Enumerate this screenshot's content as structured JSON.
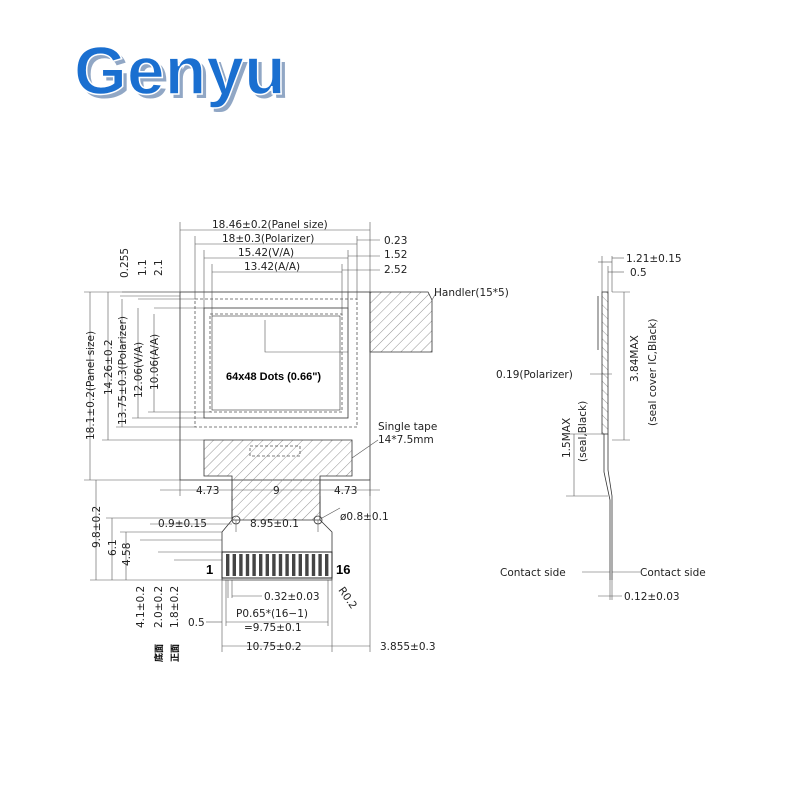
{
  "brand": {
    "name": "Genyu",
    "color": "#1a6fd0"
  },
  "display": {
    "label": "64x48 Dots (0.66\")",
    "pin_first": "1",
    "pin_last": "16"
  },
  "dimensions": {
    "panel_width": "18.46±0.2(Panel size)",
    "polarizer_width": "18±0.3(Polarizer)",
    "va_width": "15.42(V/A)",
    "aa_width": "13.42(A/A)",
    "offset_023": "0.23",
    "offset_152": "1.52",
    "offset_252": "2.52",
    "top_0255": "0.255",
    "top_11": "1.1",
    "top_21": "2.1",
    "handler": "Handler(15*5)",
    "panel_height": "18.1±0.2(Panel size)",
    "h_1426": "14.26±0.2",
    "polarizer_height": "13.75±0.3(Polarizer)",
    "va_height": "12.06(V/A)",
    "aa_height": "10.06(A/A)",
    "single_tape": "Single tape",
    "tape_size": "14*7.5mm",
    "left_473": "4.73",
    "center_9": "9",
    "right_473": "4.73",
    "fpc_98": "9.8±0.2",
    "fpc_61": "6.1",
    "fpc_458": "4.58",
    "pad_09": "0.9±0.15",
    "pad_895": "8.95±0.1",
    "hole": "ø0.8±0.1",
    "r02": "R0.2",
    "pitch_032": "0.32±0.03",
    "pitch_formula": "P0.65*(16−1)",
    "pitch_total": "=9.75±0.1",
    "left_05": "0.5",
    "fpc_width": "10.75±0.2",
    "fpc_offset": "3.855±0.3",
    "h_41": "4.1±0.2",
    "h_20": "2.0±0.2",
    "h_18": "1.8±0.2",
    "bottom_label": "底面",
    "top_label": "正面",
    "side_121": "1.21±0.15",
    "side_05": "0.5",
    "side_019": "0.19(Polarizer)",
    "side_384": "3.84MAX",
    "side_seal_ic": "(seal cover IC,Black)",
    "side_15": "1.5MAX",
    "side_seal": "(seal,Black)",
    "contact_left": "Contact side",
    "contact_right": "Contact side",
    "side_012": "0.12±0.03"
  }
}
